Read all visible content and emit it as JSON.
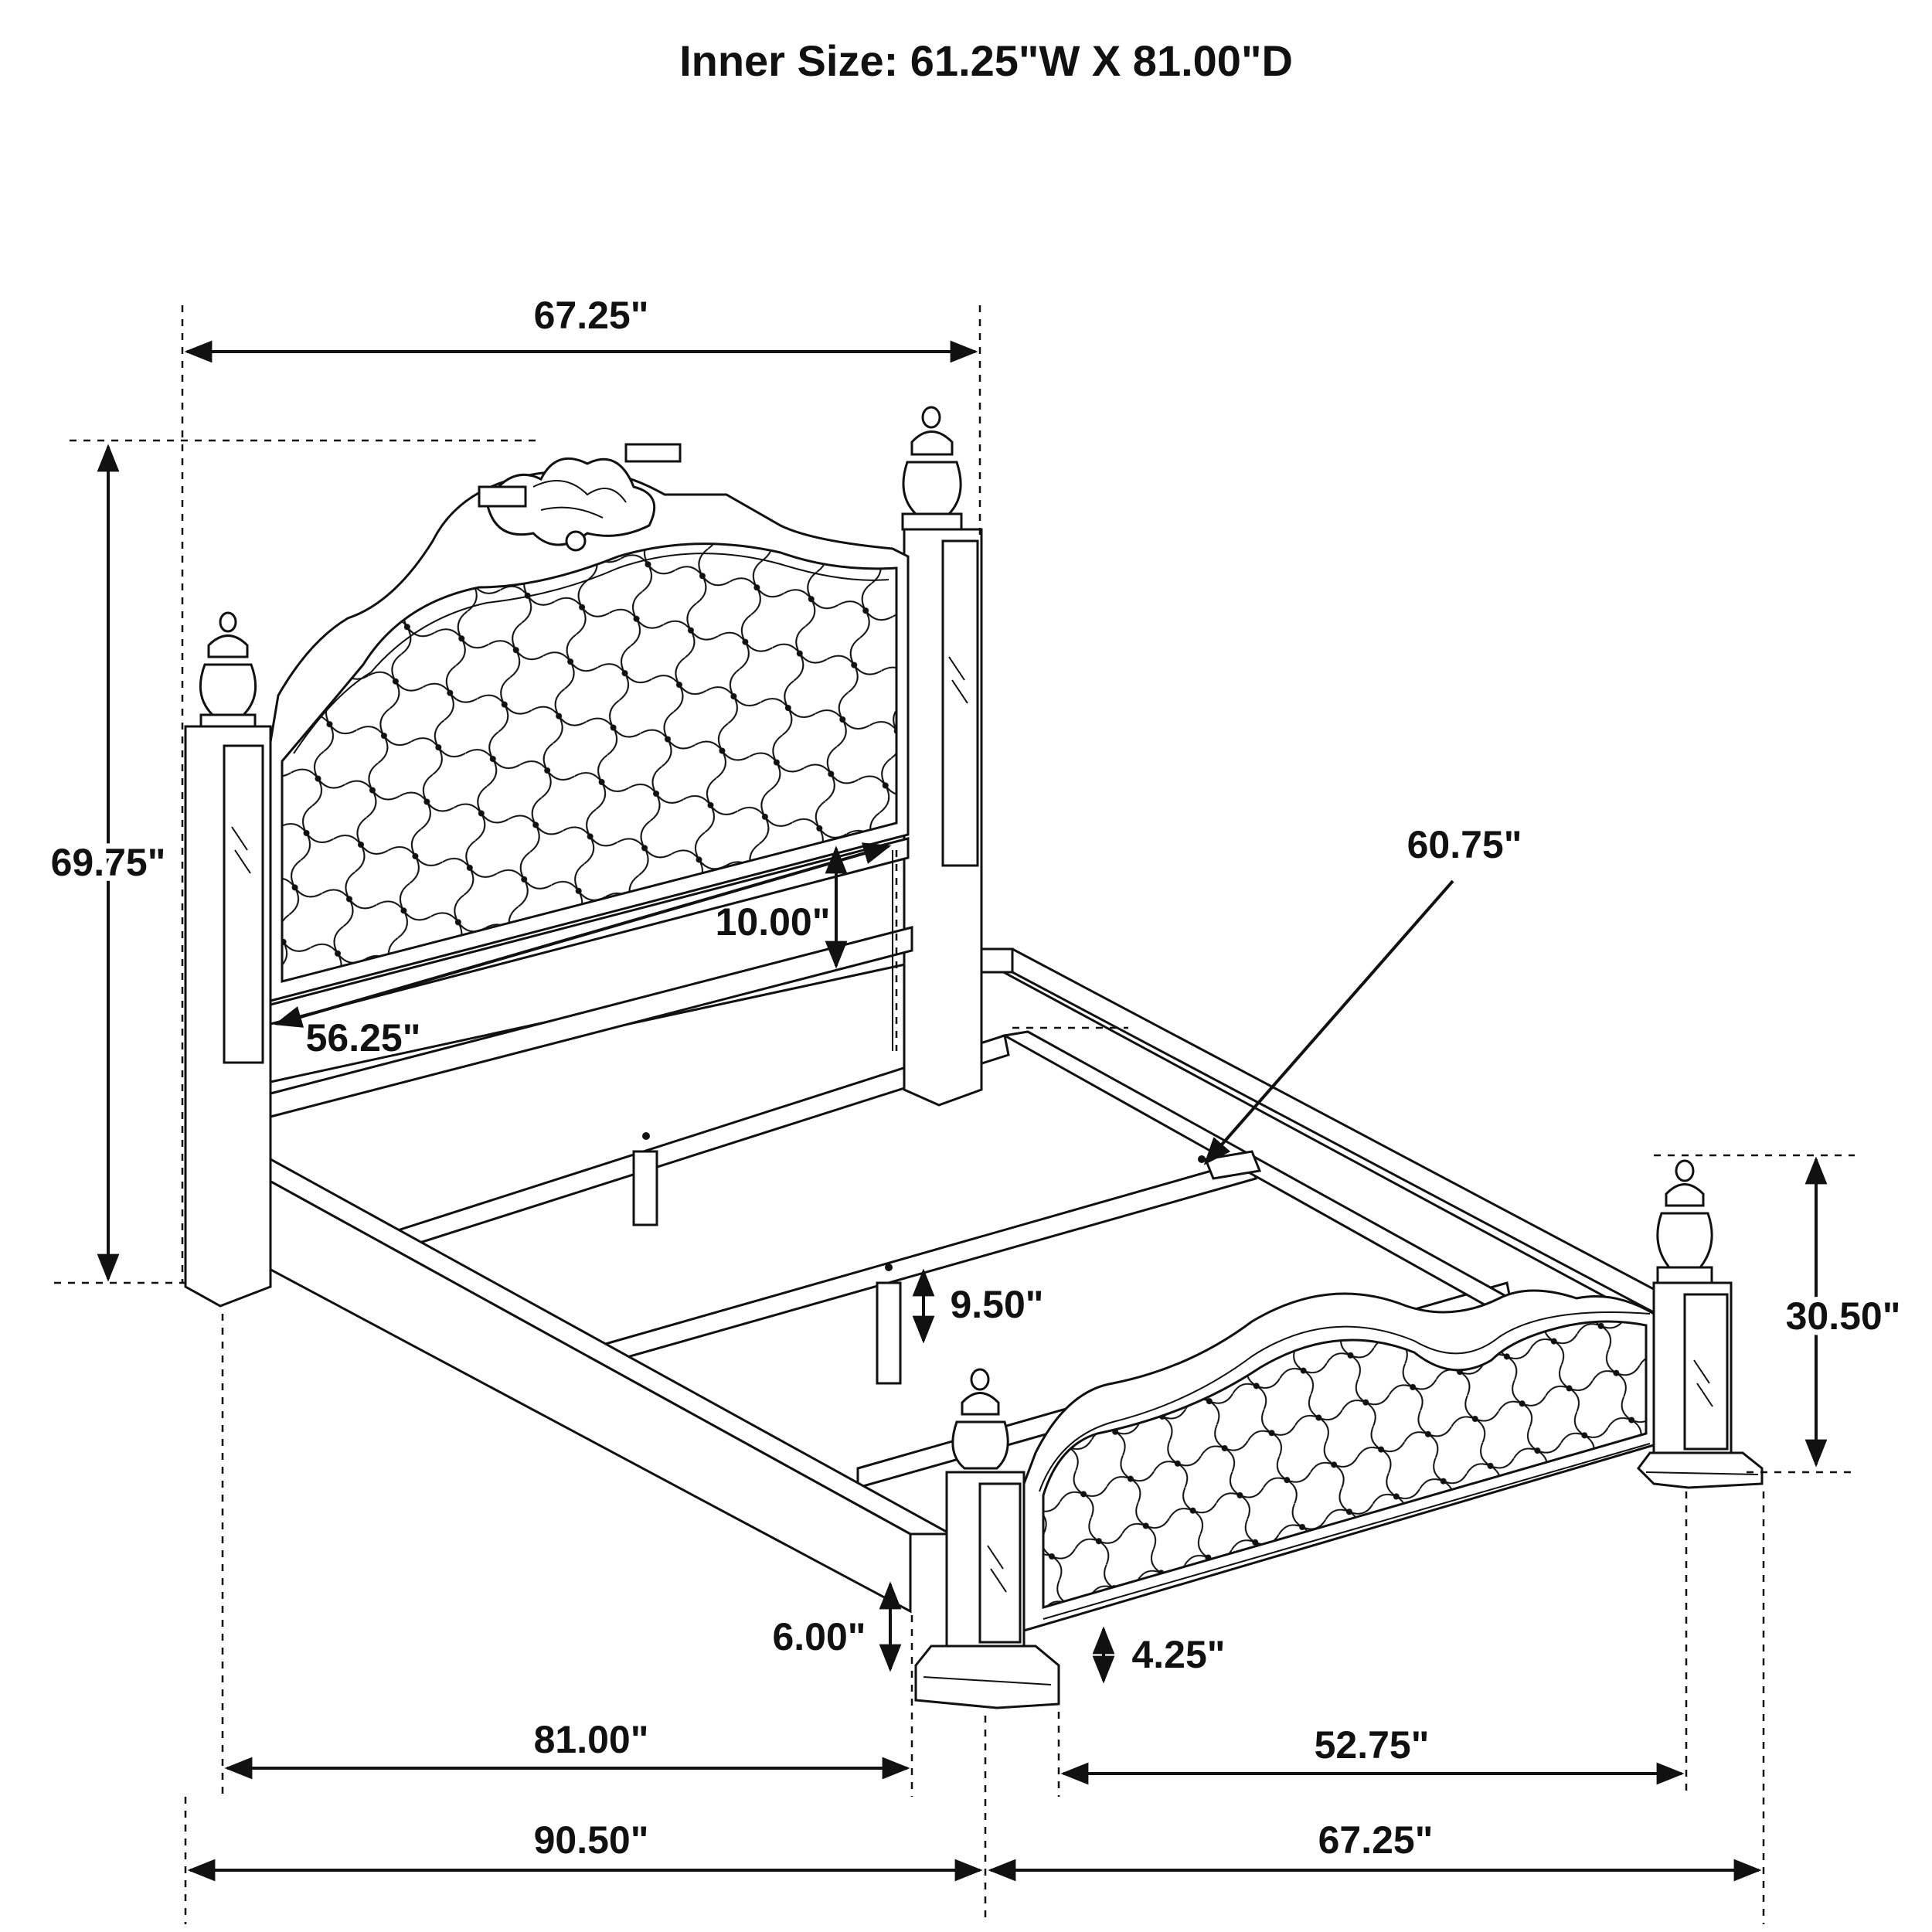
{
  "title": "Inner Size: 61.25\"W X 81.00\"D",
  "dimensions": {
    "overall_width_top": "67.25\"",
    "headboard_height": "69.75\"",
    "headboard_panel_height": "10.00\"",
    "headboard_panel_width": "56.25\"",
    "side_rail_length": "60.75\"",
    "slat_clearance": "9.50\"",
    "footboard_height": "30.50\"",
    "rail_height": "6.00\"",
    "footboard_panel_clearance": "4.25\"",
    "inner_length": "81.00\"",
    "footboard_panel_width": "52.75\"",
    "overall_length": "90.50\"",
    "overall_width_bottom": "67.25\""
  }
}
